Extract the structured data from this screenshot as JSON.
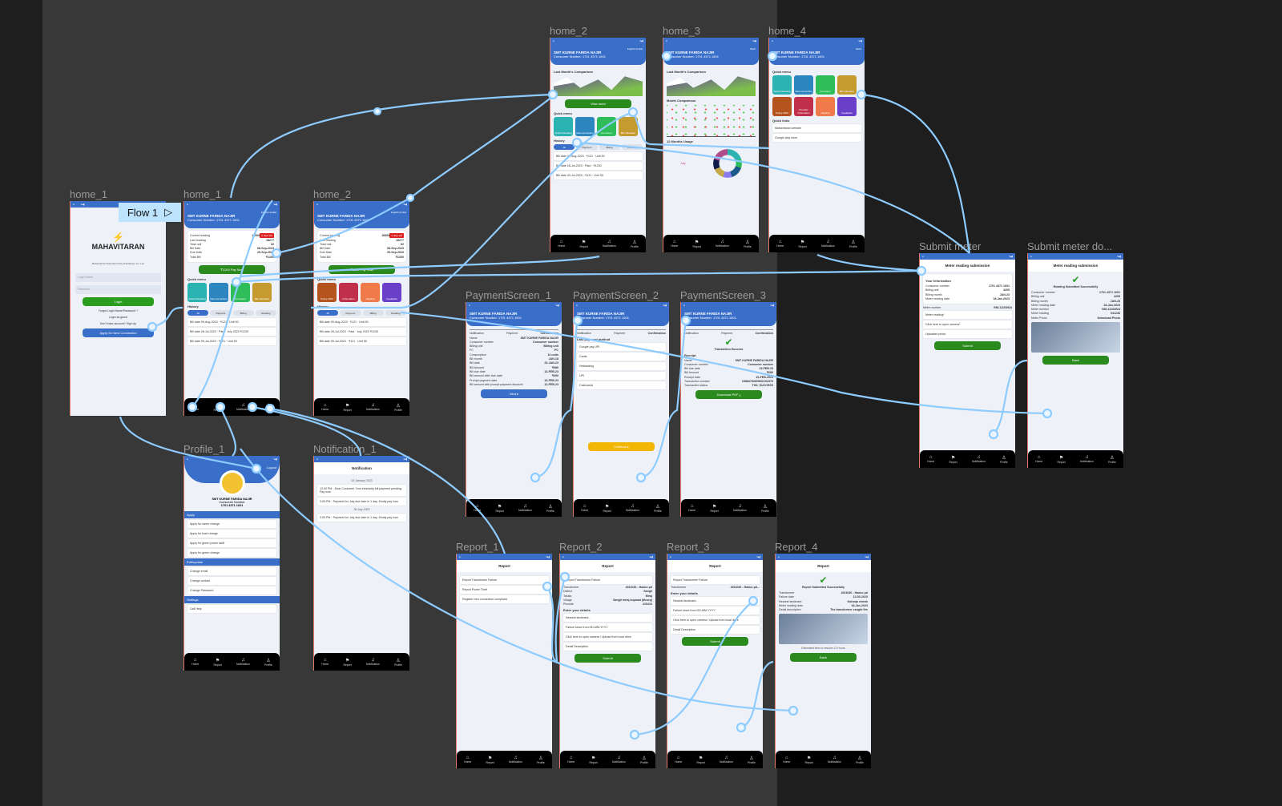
{
  "flow_badge": "Flow 1",
  "nav": [
    "Home",
    "Report",
    "Notification",
    "Profile"
  ],
  "screens": [
    {
      "label": "home_1",
      "type": "login",
      "app": "MAHAVITARAN",
      "tagline": "Maharashtra State Electricity Distribution Co. Ltd.",
      "login_placeholder": "Login Name",
      "password_placeholder": "Password",
      "login_btn": "Login",
      "forgot": "Forgot Login Name/Password ?",
      "guest": "Login as guest",
      "signup": "Don't have account? Sign Up",
      "apply": "Apply for New Connection"
    },
    {
      "label": "home_1",
      "header": {
        "name": "SMT KURNE FARIDA NAJIR",
        "sub": "Consumer Number: 1701 4371 1601",
        "extra": "English (India)"
      },
      "blocks": [
        {
          "t": "card",
          "badge": "2 days left",
          "rows": [
            [
              "Current reading",
              "18369"
            ],
            [
              "Last reading",
              "18277"
            ],
            [
              "Total unit",
              "92"
            ],
            [
              "Bill Date",
              "08-Sep-2023"
            ],
            [
              "Due Date",
              "29-Sep-2023"
            ],
            [
              "Total Bill",
              "₹1200"
            ]
          ]
        },
        {
          "t": "btn",
          "text": "₹1200 Pay Now",
          "c": "#2a8a1e"
        },
        {
          "t": "ttl",
          "text": "Quick menu"
        },
        {
          "t": "tiles",
          "items": [
            [
              "Submit Reading",
              "#2bb3b1"
            ],
            [
              "New connection",
              "#2e86c1"
            ],
            [
              "Go Green",
              "#2ebd59"
            ],
            [
              "Bill Calculator",
              "#c59a2e"
            ]
          ]
        },
        {
          "t": "ttl",
          "text": "History"
        },
        {
          "t": "chips",
          "items": [
            "All",
            "Payment",
            "Billing",
            "Reading"
          ]
        },
        {
          "t": "items",
          "items": [
            "Bill date 09-Aug-2023 · ₹121 · Unit 50",
            "Bill date 28-Jul-2023 · Paid · July 2023 ₹1230",
            "Bill date 09-Jul-2023 · ₹121 · Unit 50"
          ]
        }
      ]
    },
    {
      "label": "home_2",
      "header": {
        "name": "SMT KURNE FARIDA NAJIR",
        "sub": "Consumer Number: 1701 4371 1601",
        "extra": "English (India)"
      },
      "blocks": [
        {
          "t": "card",
          "badge": "2 days left",
          "rows": [
            [
              "Current reading",
              "18369"
            ],
            [
              "Last reading",
              "18277"
            ],
            [
              "Total unit",
              "92"
            ],
            [
              "Bill Date",
              "08-Sep-2023"
            ],
            [
              "Due Date",
              "29-Sep-2023"
            ],
            [
              "Total Bill",
              "₹1200"
            ]
          ]
        },
        {
          "t": "btn",
          "text": "₹1200 Pay Now",
          "c": "#2a8a1e"
        },
        {
          "t": "ttl",
          "text": "Quick menu"
        },
        {
          "t": "tiles",
          "items": [
            [
              "Policy 2020",
              "#b5541f"
            ],
            [
              "Information",
              "#c0304a"
            ],
            [
              "Helpline",
              "#f07a4a"
            ],
            [
              "Feedback",
              "#6a3fc9"
            ]
          ]
        },
        {
          "t": "ttl",
          "text": "History"
        },
        {
          "t": "chips",
          "items": [
            "All",
            "Payment",
            "Billing",
            "Reading"
          ]
        },
        {
          "t": "items",
          "items": [
            "Bill date 09-Aug-2023 · ₹121 · Unit 50",
            "Bill date 28-Jul-2023 · Paid · July 2023 ₹1230",
            "Bill date 09-Jul-2023 · ₹121 · Unit 50"
          ]
        }
      ]
    },
    {
      "label": "home_2",
      "header": {
        "name": "SMT KURNE FARIDA NAJIR",
        "sub": "Consumer Number: 1701 4371 1601",
        "extra": "English (India)"
      },
      "blocks": [
        {
          "t": "ttl",
          "text": "Last Month's Comparison"
        },
        {
          "t": "chart"
        },
        {
          "t": "btn",
          "text": "View more",
          "c": "#2a8a1e"
        },
        {
          "t": "ttl",
          "text": "Quick menu"
        },
        {
          "t": "tiles",
          "items": [
            [
              "Submit Reading",
              "#2bb3b1"
            ],
            [
              "New connection",
              "#2e86c1"
            ],
            [
              "Go Green",
              "#2ebd59"
            ],
            [
              "Bill Calculator",
              "#c59a2e"
            ]
          ]
        },
        {
          "t": "ttl",
          "text": "History"
        },
        {
          "t": "chips",
          "items": [
            "All",
            "Payment",
            "Billing",
            "Reading"
          ]
        },
        {
          "t": "items",
          "items": [
            "Bill date 09-Aug-2023 · ₹121 · Unit 50",
            "Bill date 28-Jul-2023 · Paid · ₹1230",
            "Bill date 09-Jul-2023 · ₹121 · Unit 50"
          ]
        }
      ]
    },
    {
      "label": "home_3",
      "header": {
        "name": "SMT KURNE FARIDA NAJIR",
        "sub": "Consumer Number: 1701 4371 1601",
        "extra": "Back"
      },
      "blocks": [
        {
          "t": "ttl",
          "text": "Last Month's Comparison"
        },
        {
          "t": "chart"
        },
        {
          "t": "ttl",
          "text": "Month Comparison"
        },
        {
          "t": "scatter"
        },
        {
          "t": "ttl",
          "text": "12 Months Usage"
        },
        {
          "t": "donut",
          "text": "July"
        }
      ]
    },
    {
      "label": "home_4",
      "header": {
        "name": "SMT KURNE FARIDA NAJIR",
        "sub": "Consumer Number: 1701 4371 1601",
        "extra": "Back"
      },
      "blocks": [
        {
          "t": "ttl",
          "text": "Quick menu"
        },
        {
          "t": "tiles",
          "items": [
            [
              "Submit Reading",
              "#2bb3b1"
            ],
            [
              "New connection",
              "#2e86c1"
            ],
            [
              "Go Green",
              "#2ebd59"
            ],
            [
              "Bill Calculator",
              "#c59a2e"
            ],
            [
              "Policy 2020",
              "#b5541f"
            ],
            [
              "Provider Information",
              "#c0304a"
            ],
            [
              "Helpline",
              "#f07a4a"
            ],
            [
              "Feedback",
              "#6a3fc9"
            ]
          ]
        },
        {
          "t": "ttl",
          "text": "Quick links"
        },
        {
          "t": "items",
          "items": [
            "Mahavitaran website",
            "Google play store"
          ]
        }
      ]
    },
    {
      "label": "Submit meter",
      "plain": "Meter reading submission",
      "blocks": [
        {
          "t": "card",
          "title": "Your Information",
          "rows": [
            [
              "Consumer number",
              "1701 4371 1601"
            ],
            [
              "Billing unit",
              "4205"
            ],
            [
              "Billing month",
              "JAN-23"
            ],
            [
              "Meter reading date",
              "18-Jan-2023"
            ]
          ]
        },
        {
          "t": "kvs",
          "rows": [
            [
              "Meter number",
              "098-11103924"
            ]
          ]
        },
        {
          "t": "items",
          "items": [
            "Meter reading*",
            "Click here to open camera*",
            "Uploaded photo"
          ]
        },
        {
          "t": "btn",
          "text": "Submit",
          "c": "#2a8a1e"
        }
      ]
    },
    {
      "label": "Submit meter do...",
      "plain": "Meter reading submission",
      "blocks": [
        {
          "t": "check",
          "text": "Reading Submitted Successfully"
        },
        {
          "t": "kvs",
          "rows": [
            [
              "Consumer number",
              "1701 4371 1601"
            ],
            [
              "Billing unit",
              "4205"
            ],
            [
              "Billing month",
              "JAN-23"
            ],
            [
              "Meter reading date",
              "18-Jan-2023"
            ],
            [
              "Meter number",
              "098-11103924"
            ],
            [
              "Meter reading",
              "041246"
            ],
            [
              "Meter Photo",
              "Download Photo"
            ]
          ]
        },
        {
          "t": "photo"
        },
        {
          "t": "btn",
          "text": "Back",
          "c": "#2a8a1e"
        }
      ]
    },
    {
      "label": "PaymentScreen_1",
      "header": {
        "name": "SMT KURNE FARIDA NAJIR",
        "sub": "Consumer Number: 1701 4371 1601",
        "extra": ""
      },
      "blocks": [
        {
          "t": "steps",
          "items": [
            "Notification",
            "Payment",
            "Confirmation"
          ]
        },
        {
          "t": "kvs",
          "rows": [
            [
              "Name",
              "SMT KURNE FARIDA NAJIR"
            ],
            [
              "Consumer number",
              "Consumer number"
            ],
            [
              "Billing unit",
              "Billing unit"
            ],
            [
              "PC",
              "PC"
            ],
            [
              "Consumption",
              "10 units"
            ],
            [
              "Bill month",
              "JAN-18"
            ],
            [
              "Bill date",
              "23-JAN-23"
            ],
            [
              "Bill Amount",
              "₹680"
            ],
            [
              "Bill due date",
              "13-FEB-23"
            ],
            [
              "Bill amount after due date",
              "₹690"
            ],
            [
              "Prompt payment date",
              "13-FEB-23"
            ],
            [
              "Bill amount with prompt payment discount",
              "12-FEB-23"
            ]
          ]
        },
        {
          "t": "btn",
          "text": "Next ▸",
          "c": "#3a6fc9"
        }
      ]
    },
    {
      "label": "PaymentScreen_2",
      "header": {
        "name": "SMT KURNE FARIDA NAJIR",
        "sub": "Consumer Number: 1701 4371 1601",
        "extra": ""
      },
      "blocks": [
        {
          "t": "steps",
          "items": [
            "Notification",
            "Payment",
            "Confirmation"
          ]
        },
        {
          "t": "ttl",
          "text": "Last payment method"
        },
        {
          "t": "items",
          "items": [
            "Google pay UPI",
            "Cards",
            "Netbanking",
            "UPI",
            "Cashcards"
          ]
        },
        {
          "t": "gap"
        },
        {
          "t": "btn",
          "text": "Continue ▸",
          "c": "#f2b705"
        }
      ]
    },
    {
      "label": "PaymentScreen_3",
      "header": {
        "name": "SMT KURNE FARIDA NAJIR",
        "sub": "Consumer Number: 1701 4371 1601",
        "extra": ""
      },
      "blocks": [
        {
          "t": "steps",
          "items": [
            "Notification",
            "Payment",
            "Confirmation"
          ]
        },
        {
          "t": "check",
          "text": "Transaction Success"
        },
        {
          "t": "ttl",
          "text": "Receipt"
        },
        {
          "t": "kvs",
          "rows": [
            [
              "Name",
              "SMT KURNE FARIDA NAJIR"
            ],
            [
              "Consumer number",
              "Consumer number"
            ],
            [
              "Bill due date",
              "13-FEB-23"
            ],
            [
              "Bill Amount",
              "₹680"
            ],
            [
              "Receipt date",
              "10-FEB-2023"
            ],
            [
              "Transaction number",
              "158847836096XXX2376"
            ],
            [
              "Transaction status",
              "TXN_SUCCESS"
            ]
          ]
        },
        {
          "t": "btn",
          "text": "Download PDF ⤓",
          "c": "#2a8a1e"
        }
      ]
    },
    {
      "label": "Profile_1",
      "type": "profile",
      "logout": "Logout",
      "name": "SMT KURNE FARIDA NAJIR",
      "sub": "Consumer Number",
      "num": "1701 4371 1601",
      "groups": [
        {
          "title": "Apply",
          "items": [
            "Apply for name change",
            "Apply for load change",
            "Apply for green power tariff",
            "Apply for green change"
          ]
        },
        {
          "title": "Edit/update",
          "items": [
            "Change email",
            "Change contact",
            "Change Password"
          ]
        },
        {
          "title": "Settings",
          "items": [
            "Call Help"
          ]
        }
      ]
    },
    {
      "label": "Notification_1",
      "plain": "Notification",
      "blocks": [
        {
          "t": "note",
          "text": "02 January 2023"
        },
        {
          "t": "items",
          "items": [
            "12:00 PM · Dear Customer, Your electricity bill payment pending. Pay now",
            "3:05 PM · Payment for July due date in 1 day. Kindly pay now"
          ]
        },
        {
          "t": "note",
          "text": "09 July 2023"
        },
        {
          "t": "items",
          "items": [
            "3:05 PM · Payment for July due date in 1 day. Kindly pay now"
          ]
        }
      ]
    },
    {
      "label": "Report_1",
      "plain": "Report",
      "blocks": [
        {
          "t": "items",
          "items": [
            "Report Transformer Failure",
            "Report Power Theft",
            "Register new connection complaint"
          ]
        }
      ]
    },
    {
      "label": "Report_2",
      "plain": "Report",
      "blocks": [
        {
          "t": "items",
          "items": [
            "Report Transformer Failure"
          ]
        },
        {
          "t": "kvs",
          "rows": [
            [
              "Transformer",
              "4011030 - Hadco pd"
            ],
            [
              "District",
              "Sangli"
            ],
            [
              "Taluka",
              "Miraj"
            ],
            [
              "Village",
              "Sangli miraj kupwad (Mcorp)"
            ],
            [
              "Pincode",
              "416416"
            ]
          ]
        },
        {
          "t": "ttl",
          "text": "Enter your details"
        },
        {
          "t": "items",
          "items": [
            "Nearest landmark...",
            "Failure since from  DD-MM-YYYY",
            "Click here to open camera / Upload from local drive",
            "Detail Description"
          ]
        },
        {
          "t": "btn",
          "text": "Submit",
          "c": "#2a8a1e"
        }
      ]
    },
    {
      "label": "Report_3",
      "plain": "Report",
      "blocks": [
        {
          "t": "items",
          "items": [
            "Report Transformer Failure"
          ]
        },
        {
          "t": "kvs",
          "rows": [
            [
              "Transformer",
              "4011030 - Hadco pd..."
            ]
          ]
        },
        {
          "t": "ttl",
          "text": "Enter your details"
        },
        {
          "t": "items",
          "items": [
            "Nearest landmark...",
            "Failure since from  DD-MM-YYYY",
            "Click here to open camera / Upload from local drive",
            "Detail Description"
          ]
        },
        {
          "t": "btn",
          "text": "Submit",
          "c": "#2a8a1e"
        }
      ]
    },
    {
      "label": "Report_4",
      "plain": "Report",
      "blocks": [
        {
          "t": "check",
          "text": "Report Submitted Successfully"
        },
        {
          "t": "kvs",
          "rows": [
            [
              "Transformer",
              "4011030 - Hadco pd"
            ],
            [
              "Failure date",
              "13-03-2023"
            ],
            [
              "Nearest landmark",
              "Karanja chowk"
            ],
            [
              "Meter reading date",
              "18-Jan-2023"
            ],
            [
              "Detail description",
              "The transformer caught fire"
            ]
          ]
        },
        {
          "t": "photo"
        },
        {
          "t": "note",
          "text": "Estimated time to resolve 12 Hours"
        },
        {
          "t": "btn",
          "text": "Back",
          "c": "#2a8a1e"
        }
      ]
    }
  ]
}
